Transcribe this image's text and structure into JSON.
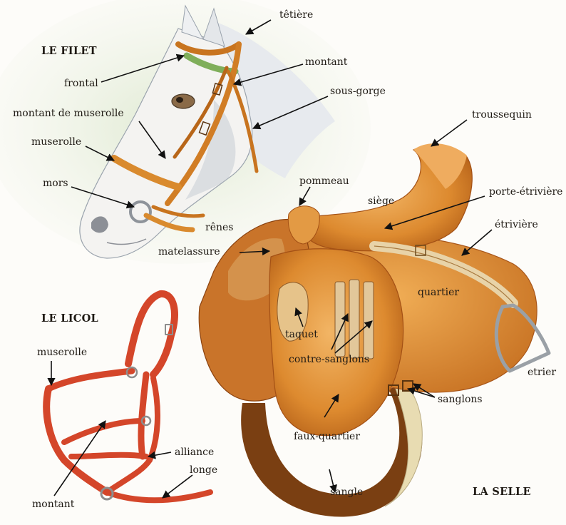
{
  "sections": {
    "filet": "LE FILET",
    "licol": "LE LICOL",
    "selle": "LA SELLE"
  },
  "labels": {
    "tetiere": "têtière",
    "frontal": "frontal",
    "montant_filet": "montant",
    "sous_gorge": "sous-gorge",
    "montant_de_muserolle": "montant de muserolle",
    "muserolle_filet": "muserolle",
    "mors": "mors",
    "renes": "rênes",
    "troussequin": "troussequin",
    "pommeau": "pommeau",
    "siege": "siège",
    "porte_etriviere": "porte-étrivière",
    "etriviere": "étrivière",
    "matelassure": "matelassure",
    "quartier": "quartier",
    "taquet": "taquet",
    "contre_sanglons": "contre-sanglons",
    "etrier": "etrier",
    "sanglons": "sanglons",
    "faux_quartier": "faux-quartier",
    "sangle": "sangle",
    "muserolle_licol": "muserolle",
    "alliance": "alliance",
    "longe": "longe",
    "montant_licol": "montant"
  },
  "colors": {
    "leather_dark": "#b8661c",
    "leather_mid": "#d98a2e",
    "leather_light": "#ecae5e",
    "halter_red": "#d4462a",
    "browband_green": "#7fae5a",
    "girth_cream": "#e8dcb2",
    "horse_white": "#f4f3f1",
    "horse_shade": "#c7ccd4",
    "wash_green": "#e3ecd6"
  },
  "icons": {
    "horse_head": "horse-head-illustration",
    "saddle": "saddle-illustration",
    "halter": "halter-illustration",
    "arrows": "leader-arrow"
  }
}
